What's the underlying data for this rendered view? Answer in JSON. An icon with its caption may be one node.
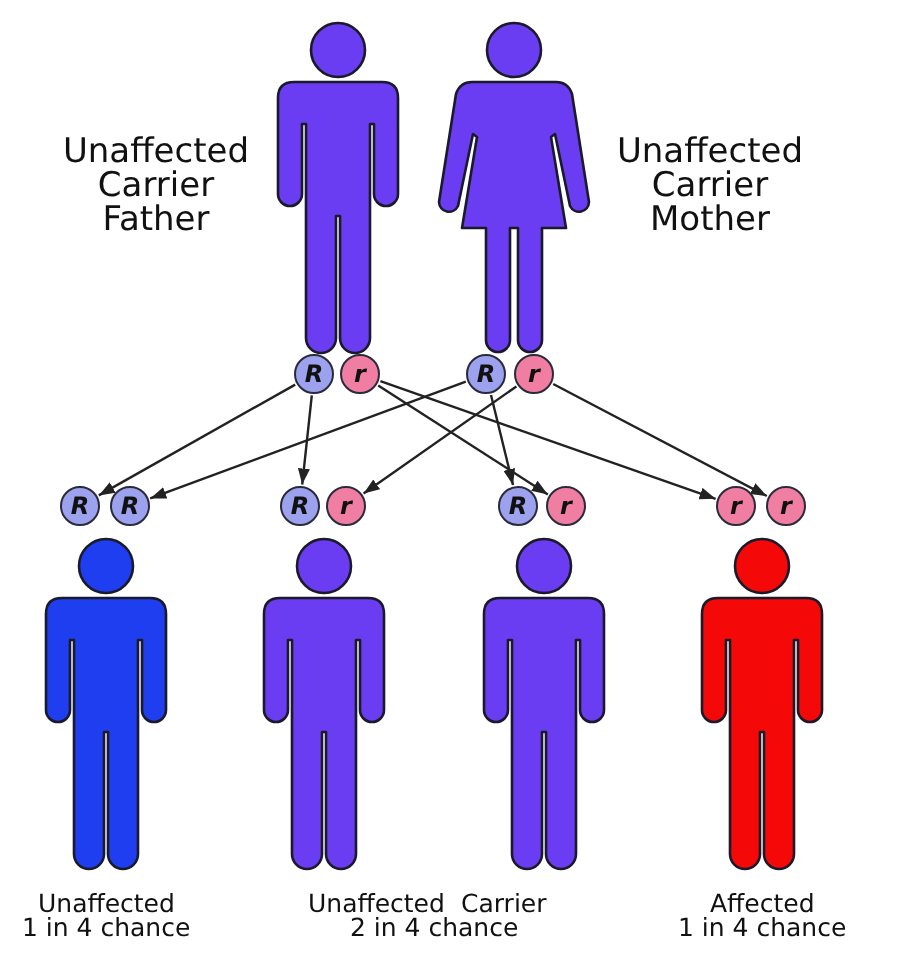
{
  "diagram": {
    "nodes": [
      {
        "text": [],
        "shape": "person",
        "beside": [
          "Unaffected Carrier Father"
        ]
      },
      {
        "text": [],
        "shape": "person",
        "beside": [
          "Unaffected Carrier Mother"
        ]
      },
      {
        "text": [
          "R"
        ]
      },
      {
        "text": [
          "r"
        ]
      },
      {
        "text": [
          "R"
        ]
      },
      {
        "text": [
          "r"
        ]
      },
      {
        "text": [
          "R"
        ]
      },
      {
        "text": [
          "R"
        ]
      },
      {
        "text": [
          "R"
        ]
      },
      {
        "text": [
          "r"
        ]
      },
      {
        "text": [
          "R"
        ]
      },
      {
        "text": [
          "r"
        ]
      },
      {
        "text": [
          "r"
        ]
      },
      {
        "text": [
          "r"
        ]
      },
      {
        "text": [],
        "shape": "person",
        "beside": [
          "Unaffected",
          "1 in 4 chance"
        ]
      },
      {
        "text": [],
        "shape": "person",
        "beside": [
          "Unaffected"
        ]
      },
      {
        "text": [],
        "shape": "person",
        "beside": [
          "Carrier"
        ]
      },
      {
        "text": [],
        "shape": "person",
        "beside": [
          "Affected",
          "1 in 4 chance"
        ]
      }
    ],
    "edges": [
      {
        "from": 2,
        "to": 6,
        "arrow": "to"
      },
      {
        "from": 4,
        "to": 7,
        "arrow": "to"
      },
      {
        "from": 2,
        "to": 8,
        "arrow": "to"
      },
      {
        "from": 5,
        "to": 9,
        "arrow": "to"
      },
      {
        "from": 4,
        "to": 10,
        "arrow": "to"
      },
      {
        "from": 3,
        "to": 11,
        "arrow": "to"
      },
      {
        "from": 3,
        "to": 12,
        "arrow": "to"
      },
      {
        "from": 5,
        "to": 13,
        "arrow": "to"
      }
    ],
    "labels": [
      "2 in 4 chance"
    ]
  }
}
